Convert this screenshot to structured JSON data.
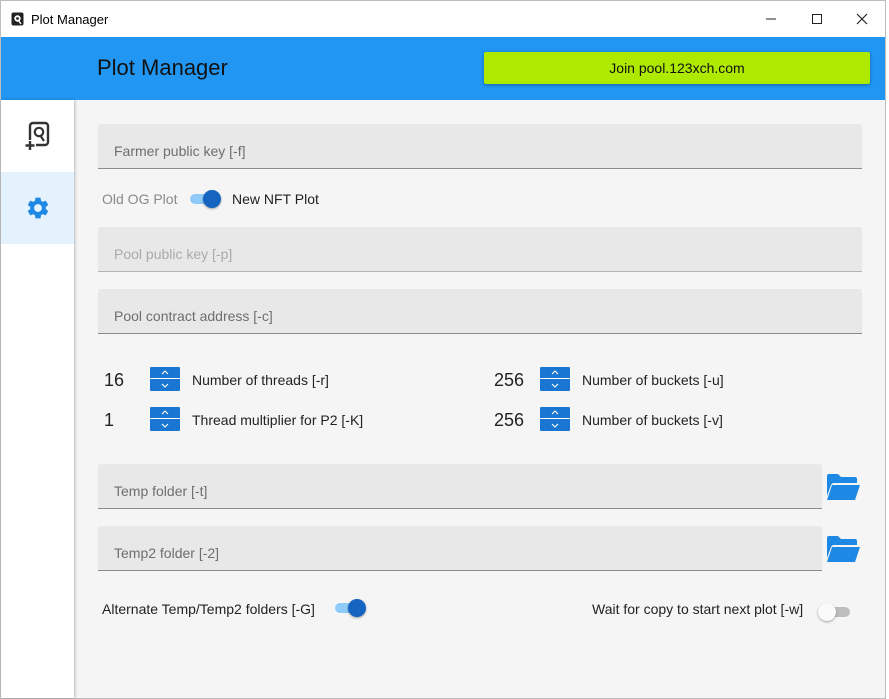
{
  "window": {
    "title": "Plot Manager",
    "controls": {
      "minimize": "minimize-icon",
      "maximize": "maximize-icon",
      "close": "close-icon"
    }
  },
  "header": {
    "title": "Plot Manager",
    "join_button": "Join pool.123xch.com"
  },
  "sidebar": {
    "items": [
      {
        "icon": "add-plot-icon",
        "active": false
      },
      {
        "icon": "gear-icon",
        "active": true
      }
    ]
  },
  "form": {
    "farmer_key": {
      "label": "Farmer public key [-f]",
      "value": ""
    },
    "plot_type": {
      "off_label": "Old OG Plot",
      "on_label": "New NFT Plot",
      "checked": true
    },
    "pool_key": {
      "label": "Pool public key [-p]",
      "value": "",
      "disabled": true
    },
    "pool_contract": {
      "label": "Pool contract address [-c]",
      "value": ""
    },
    "threads": {
      "value": "16",
      "label": "Number of threads [-r]"
    },
    "thread_multiplier": {
      "value": "1",
      "label": "Thread multiplier for P2 [-K]"
    },
    "buckets_u": {
      "value": "256",
      "label": "Number of buckets [-u]"
    },
    "buckets_v": {
      "value": "256",
      "label": "Number of buckets [-v]"
    },
    "temp_folder": {
      "label": "Temp folder [-t]",
      "value": ""
    },
    "temp2_folder": {
      "label": "Temp2 folder [-2]",
      "value": ""
    },
    "alternate": {
      "label": "Alternate Temp/Temp2 folders [-G]",
      "checked": true
    },
    "wait_copy": {
      "label": "Wait for copy to start next plot [-w]",
      "checked": false
    }
  },
  "colors": {
    "header": "#2196f3",
    "join_button": "#aeea00",
    "accent": "#1976d2",
    "active_nav": "#e3f2fd"
  }
}
